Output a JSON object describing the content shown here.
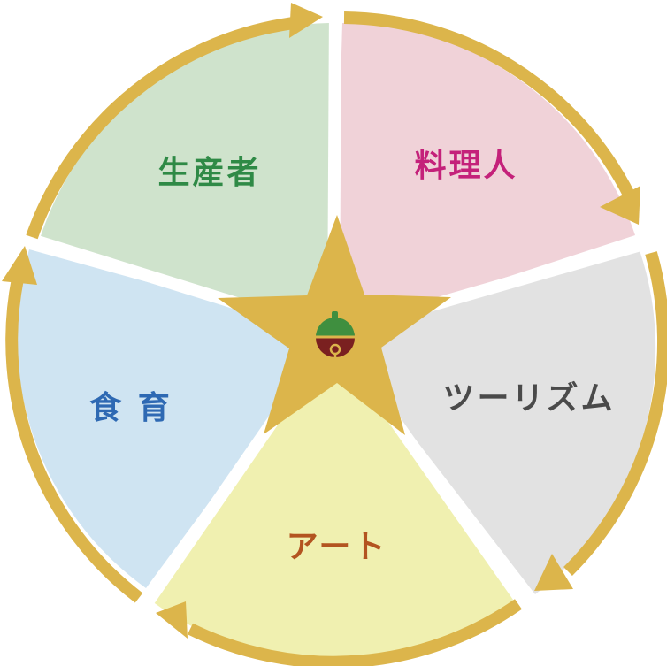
{
  "diagram": {
    "segments": [
      {
        "label": "生産者",
        "fill": "#cfe3cc",
        "text_color": "#2f8a46"
      },
      {
        "label": "料理人",
        "fill": "#f0d2d8",
        "text_color": "#c4217a"
      },
      {
        "label": "ツーリズム",
        "fill": "#e2e2e2",
        "text_color": "#4a4a4a"
      },
      {
        "label": "アート",
        "fill": "#f0f0b0",
        "text_color": "#b35420"
      },
      {
        "label": "食 育",
        "fill": "#cfe4f2",
        "text_color": "#2e69b3"
      }
    ],
    "ring_color": "#dcb54b",
    "star_color": "#dcb54b",
    "center_icon": "acorn-bell-icon",
    "icon_colors": {
      "cap": "#3f8f3f",
      "body": "#7a2020",
      "accent": "#dcb54b"
    }
  }
}
